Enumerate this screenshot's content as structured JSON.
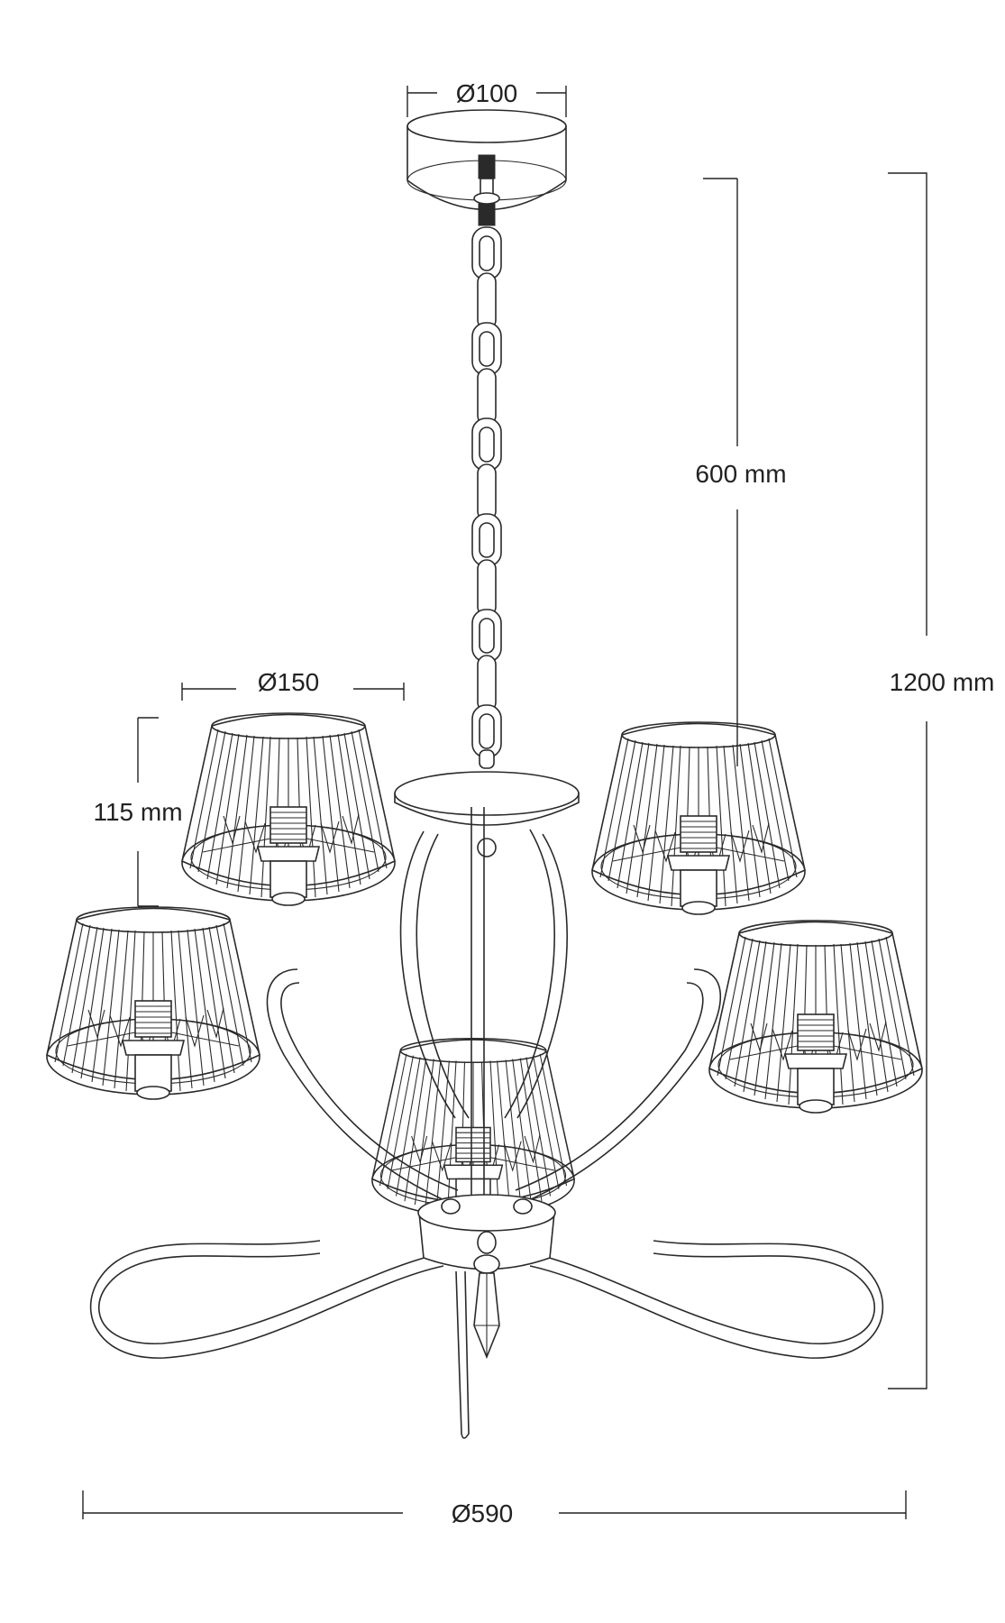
{
  "dimensions": {
    "canopy_diameter": "Ø100",
    "chain_length": "600 mm",
    "total_height": "1200 mm",
    "shade_diameter": "Ø150",
    "shade_height": "115 mm",
    "overall_diameter": "Ø590"
  },
  "colors": {
    "line": "#2a2a2a",
    "background": "#ffffff"
  }
}
